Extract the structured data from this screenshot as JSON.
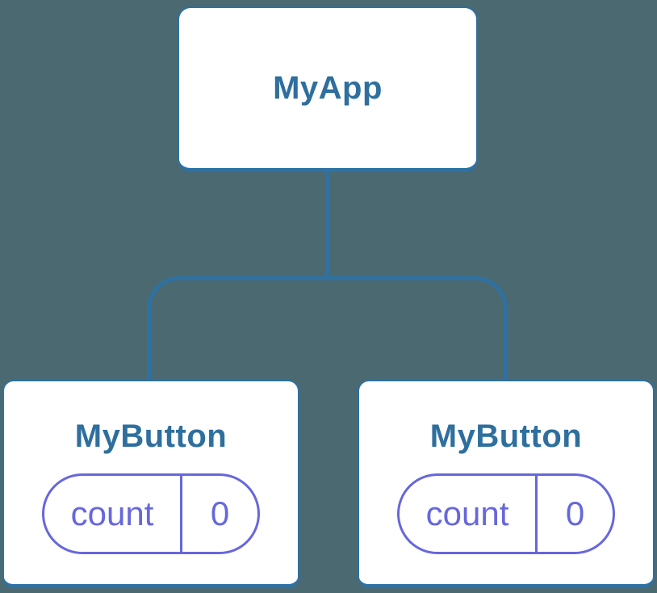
{
  "diagram": {
    "type": "component-tree",
    "colors": {
      "background": "#4b6971",
      "connector_line": "#2e71a2",
      "node_border": "#2e71a2",
      "node_fill": "#ffffff",
      "node_title_text": "#2e6f9e",
      "state_pill": "#6767dc"
    },
    "root": {
      "label": "MyApp"
    },
    "children": [
      {
        "label": "MyButton",
        "state": {
          "key": "count",
          "value": "0"
        }
      },
      {
        "label": "MyButton",
        "state": {
          "key": "count",
          "value": "0"
        }
      }
    ]
  }
}
